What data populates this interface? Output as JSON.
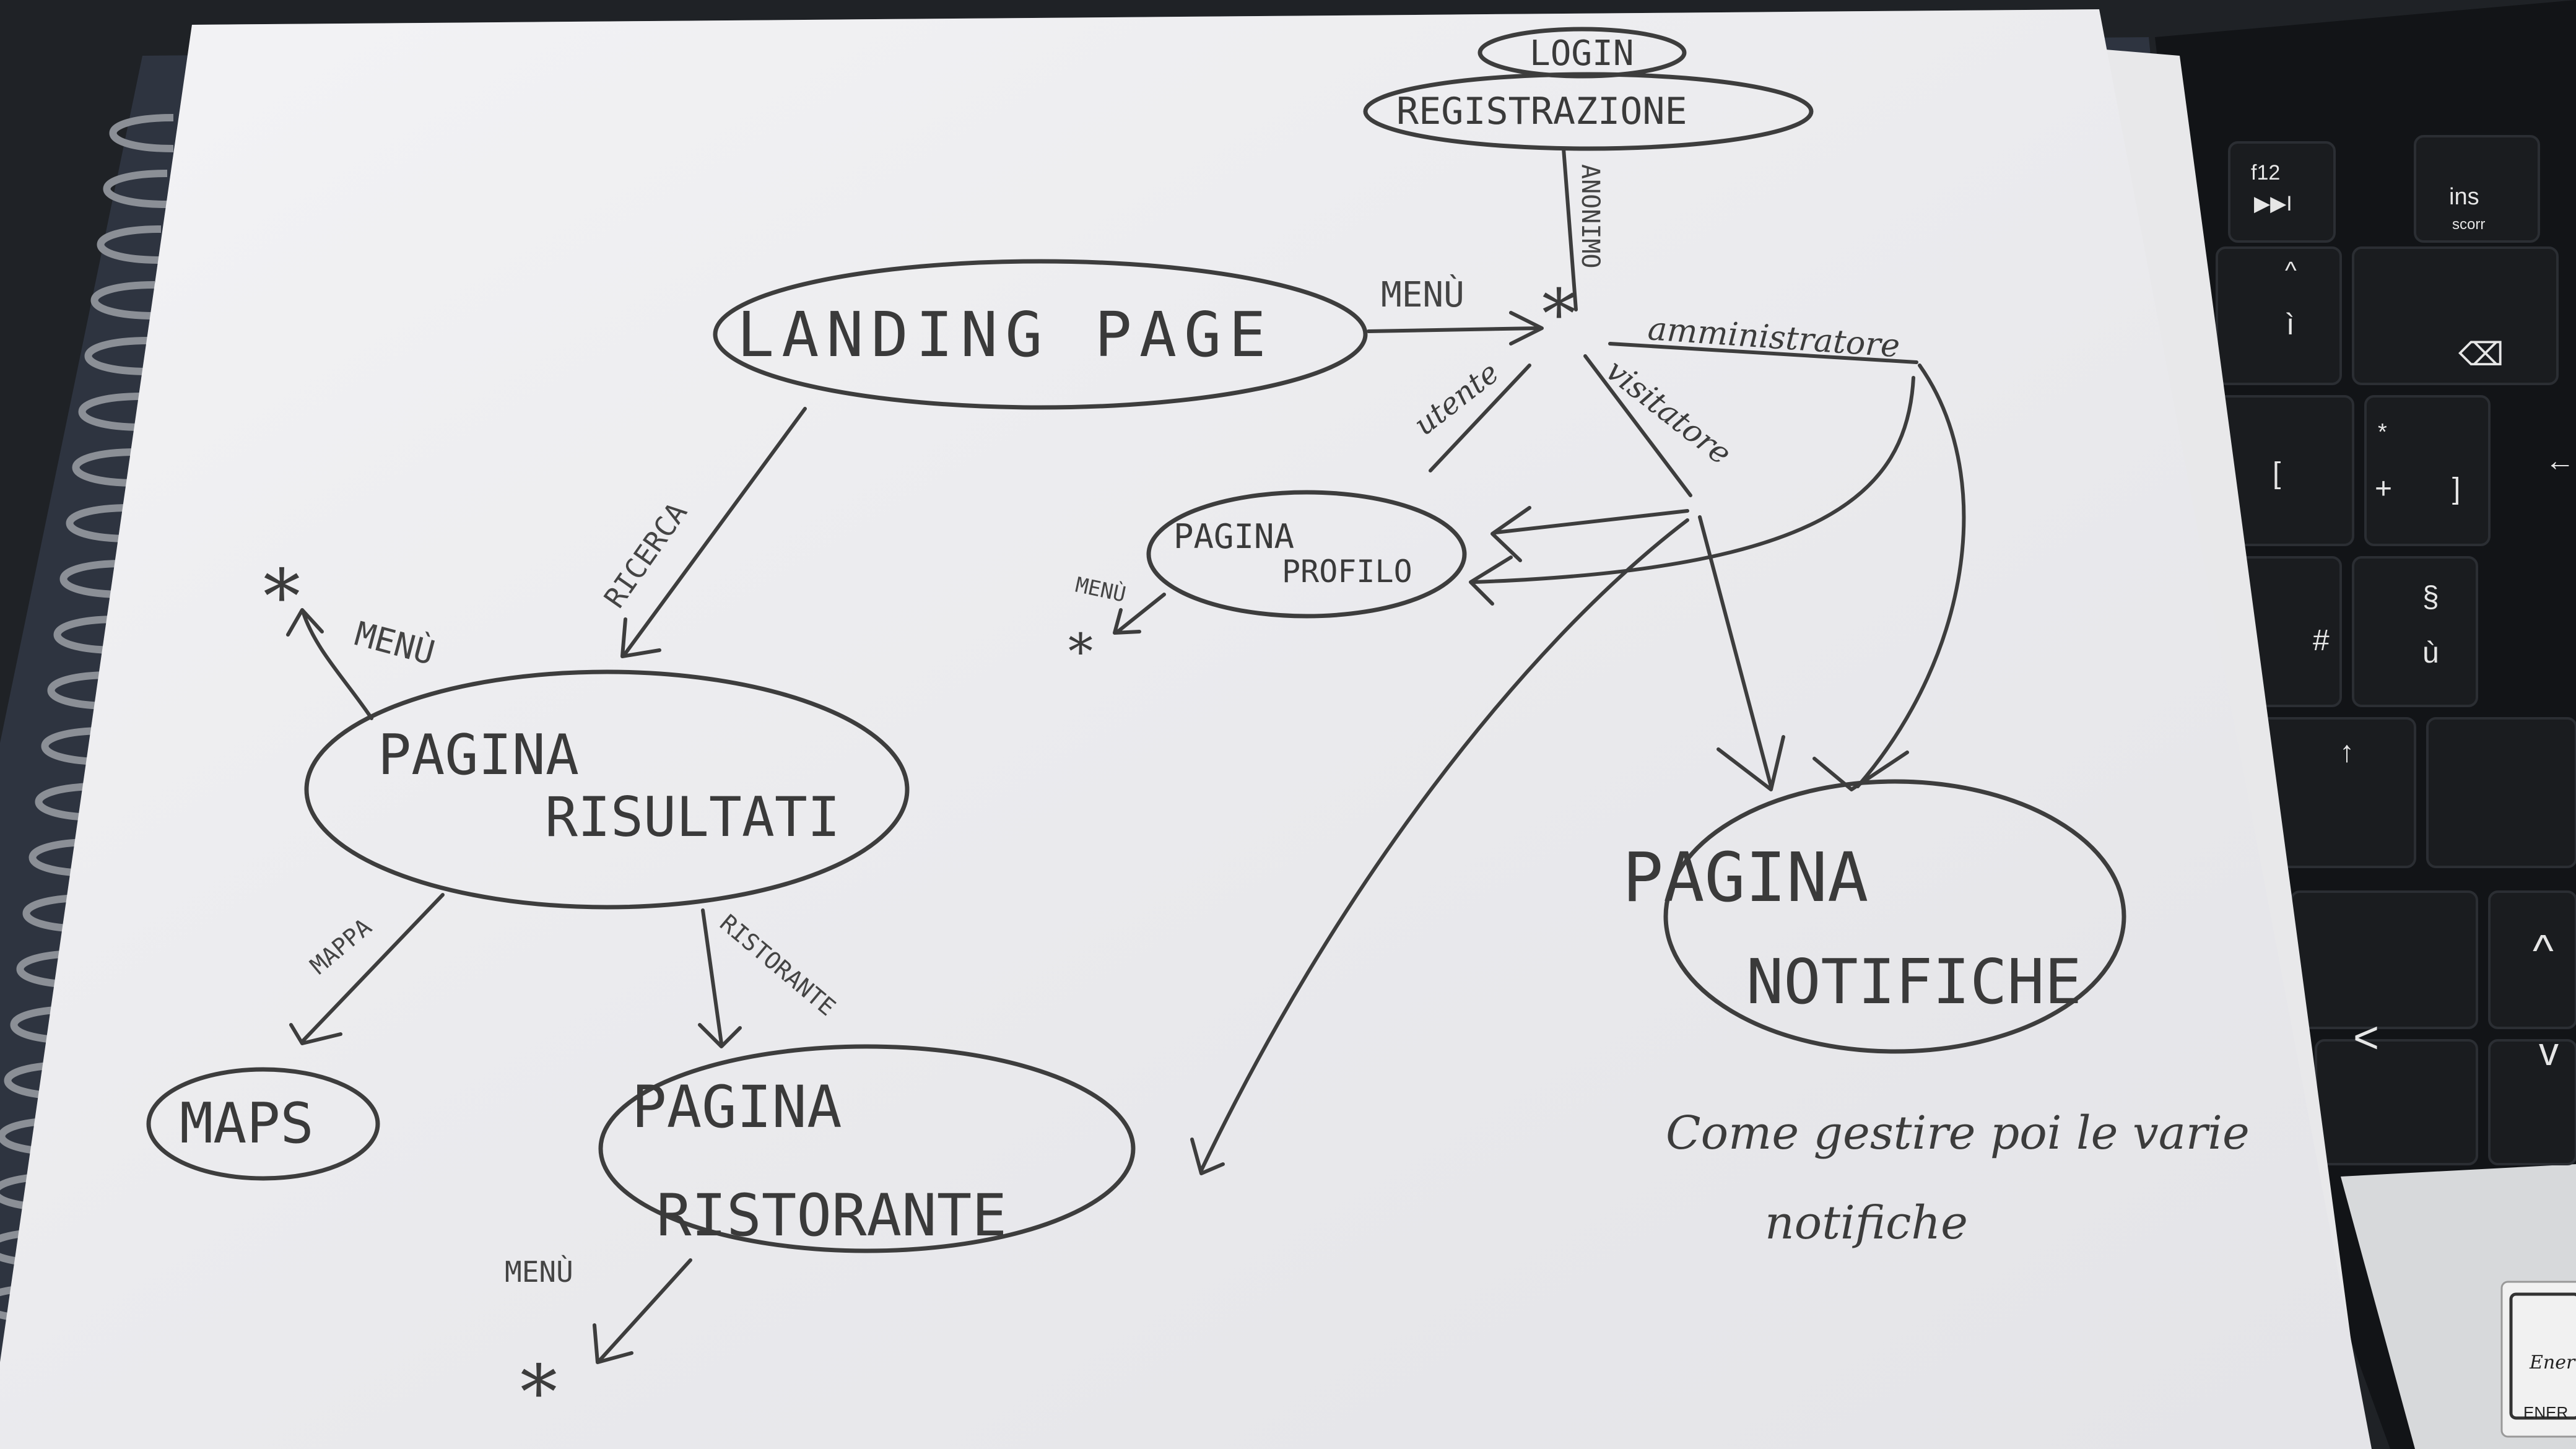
{
  "diagram": {
    "nodes": {
      "login": "LOGIN",
      "registrazione": "REGISTRAZIONE",
      "landing_page": "LANDING PAGE",
      "pagina_profilo_line1": "PAGINA",
      "pagina_profilo_line2": "PROFILO",
      "pagina_risultati_line1": "PAGINA",
      "pagina_risultati_line2": "RISULTATI",
      "maps": "MAPS",
      "pagina_ristorante_line1": "PAGINA",
      "pagina_ristorante_line2": "RISTORANTE",
      "pagina_notifiche_line1": "PAGINA",
      "pagina_notifiche_line2": "NOTIFICHE"
    },
    "edge_labels": {
      "anonimo": "ANONIMO",
      "menu_landing": "MENÙ",
      "amministratore": "amministratore",
      "utente": "utente",
      "visitatore": "visitatore",
      "menu_profilo": "MENÙ",
      "ricerca": "RICERCA",
      "menu_risultati": "MENÙ",
      "mappa": "MAPPA",
      "ristorante": "RISTORANTE",
      "menu_ristorante": "MENÙ"
    },
    "star_symbol": "*",
    "note_line1": "Come gestire poi le varie",
    "note_line2": "notifiche"
  },
  "keyboard": {
    "f12": "f12",
    "play_pause": "▶▶I",
    "ins": "ins",
    "scorr": "scorr",
    "i_grave": "ì",
    "caret": "^",
    "backspace": "⌫",
    "bracket_open": "[",
    "plus": "+",
    "asterisk": "*",
    "bracket_close": "]",
    "section": "§",
    "u_grave": "ù",
    "hash": "#",
    "arrow_up": "↑",
    "up_chevron": "^",
    "left_chevron": "<",
    "down_chevron": "v",
    "enter_arrow": "←"
  },
  "sticker": {
    "text1": "Ener",
    "text2": "ENER"
  }
}
